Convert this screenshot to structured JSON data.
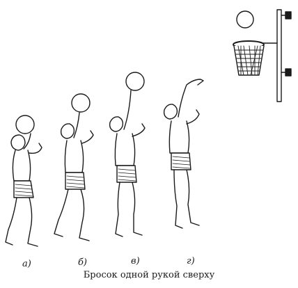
{
  "figure": {
    "caption": "Бросок одной рукой сверху",
    "frames": [
      {
        "label": "а)"
      },
      {
        "label": "б)"
      },
      {
        "label": "в)"
      },
      {
        "label": "г)"
      }
    ],
    "icons": {
      "player": "basketball-player-icon",
      "ball": "basketball-icon",
      "hoop": "basketball-hoop-icon"
    },
    "colors": {
      "ink": "#1a1a1a",
      "paper": "#ffffff"
    }
  }
}
